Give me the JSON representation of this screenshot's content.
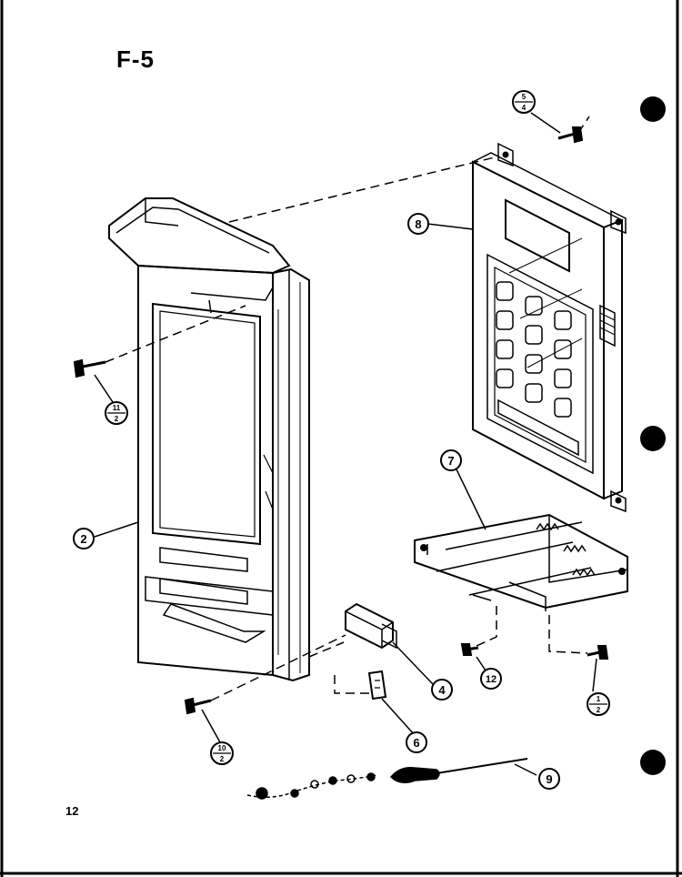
{
  "figure": {
    "label": "F-5"
  },
  "page": {
    "number": "12"
  },
  "callouts": {
    "c1": {
      "num": "1",
      "den": "2"
    },
    "c2": "2",
    "c4": "4",
    "c5": {
      "num": "5",
      "den": "4"
    },
    "c6": "6",
    "c7": "7",
    "c8": "8",
    "c9": "9",
    "c10": {
      "num": "10",
      "den": "2"
    },
    "c11": {
      "num": "11",
      "den": "2"
    },
    "c12": "12"
  }
}
